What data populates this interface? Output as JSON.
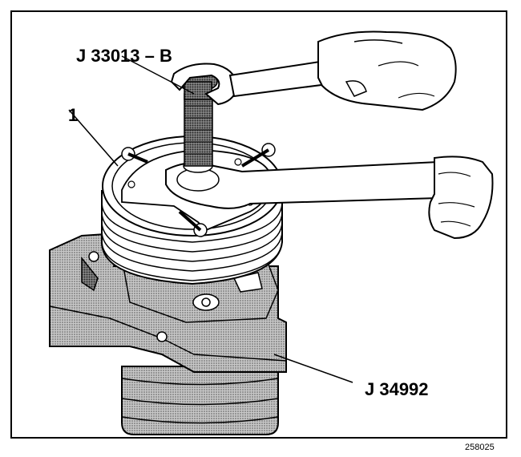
{
  "labels": {
    "tool_top": "J 33013 – B",
    "part_callout": "1",
    "tool_bottom": "J 34992"
  },
  "figure_number": "258025",
  "colors": {
    "line": "#000000",
    "fill": "#ffffff",
    "shade": "#9a9a9a"
  }
}
